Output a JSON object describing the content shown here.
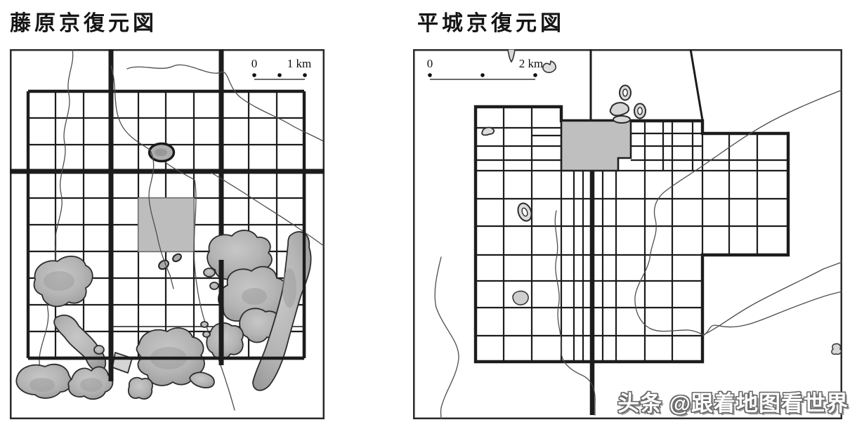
{
  "maps": {
    "left": {
      "title": "藤原京復元図",
      "scale": {
        "zero": "0",
        "unit": "1 km"
      }
    },
    "right": {
      "title": "平城京復元図",
      "scale": {
        "zero": "0",
        "unit": "2 km"
      }
    }
  },
  "watermark": "头条 @跟着地图看世界",
  "colors": {
    "background": "#ffffff",
    "map_line": "#1c1c1c",
    "river": "#4d4d4d",
    "palace_fill": "#bdbdbd",
    "terrain_fill": "#b4b4b4",
    "terrain_stroke": "#2c2c2c",
    "frame": "#2a2a2a",
    "kofun_fill": "#d6d6d6"
  }
}
